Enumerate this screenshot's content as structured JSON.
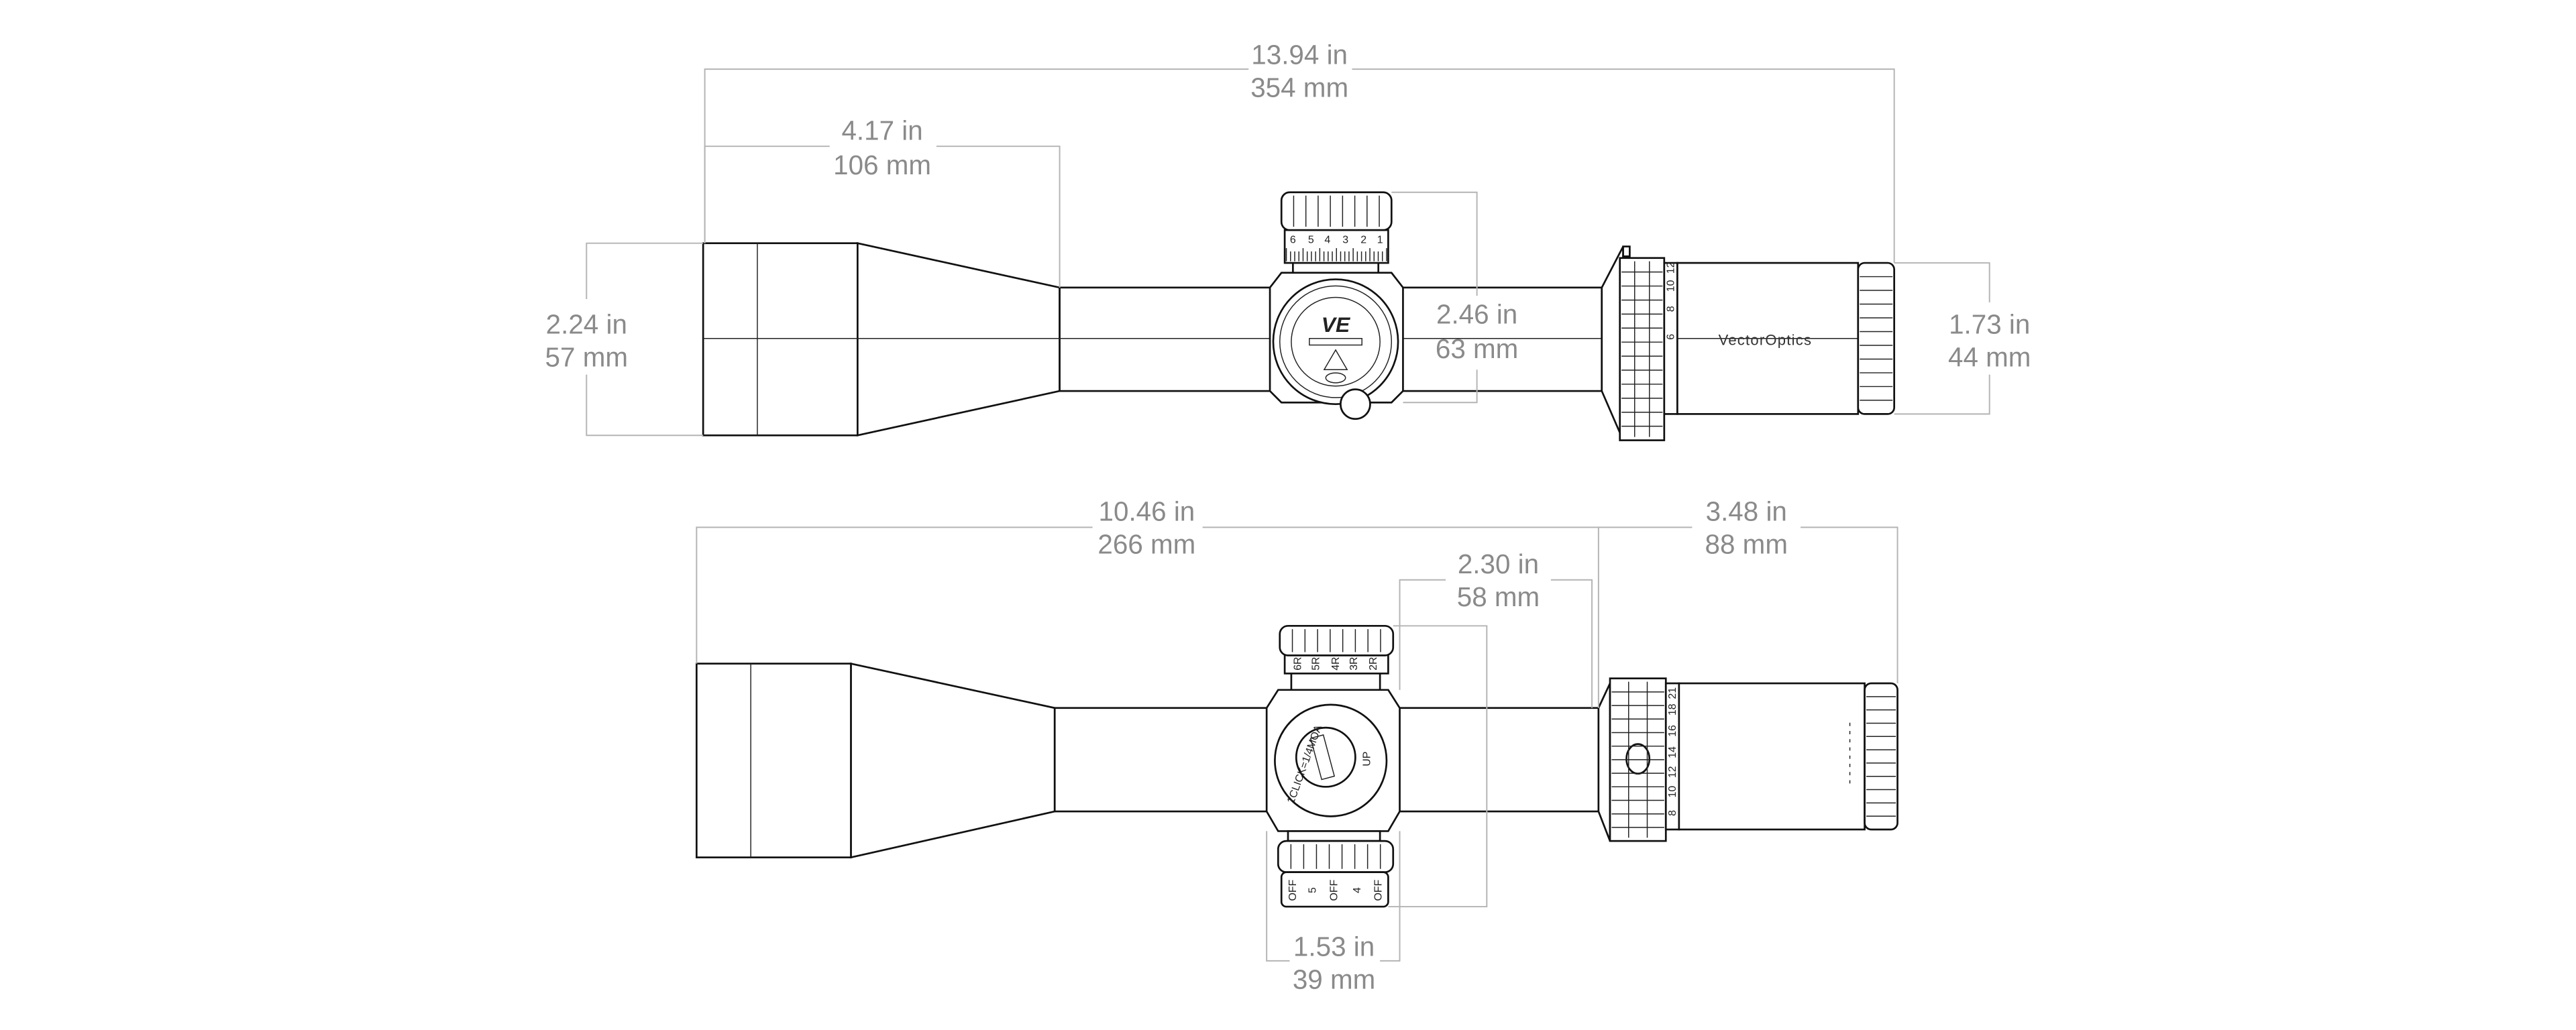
{
  "side_view": {
    "overall_length": {
      "in": "13.94 in",
      "mm": "354 mm"
    },
    "objective_length": {
      "in": "4.17 in",
      "mm": "106 mm"
    },
    "objective_diameter": {
      "in": "2.24 in",
      "mm": "57 mm"
    },
    "turret_height": {
      "in": "2.46 in",
      "mm": "63 mm"
    },
    "eyepiece_diameter": {
      "in": "1.73 in",
      "mm": "44 mm"
    },
    "elevation_scale": [
      "6",
      "5",
      "4",
      "3",
      "2",
      "1"
    ],
    "magnification_scale": [
      "6",
      "8",
      "10",
      "12"
    ],
    "brand": "VectorOptics",
    "logo": "VE"
  },
  "top_view": {
    "front_length": {
      "in": "10.46 in",
      "mm": "266 mm"
    },
    "eyepiece_length": {
      "in": "3.48 in",
      "mm": "88 mm"
    },
    "tube_span": {
      "in": "2.30 in",
      "mm": "58 mm"
    },
    "saddle_width": {
      "in": "1.53 in",
      "mm": "39 mm"
    },
    "windage_scale": [
      "6R",
      "5R",
      "4R",
      "3R",
      "2R"
    ],
    "magnification_scale": [
      "8",
      "10",
      "12",
      "14",
      "16",
      "18",
      "21"
    ],
    "click_label": "1CLICK=1/4MOA",
    "up_label": "UP",
    "illumination_scale": [
      "OFF",
      "5",
      "OFF",
      "4",
      "OFF"
    ]
  }
}
